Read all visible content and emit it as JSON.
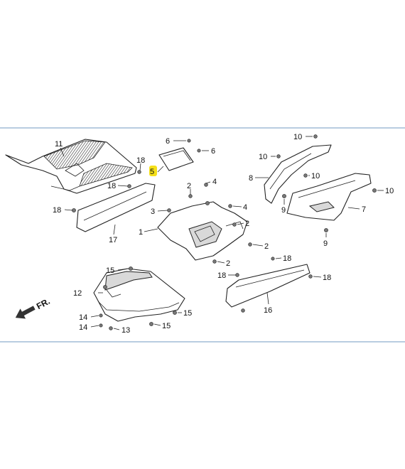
{
  "diagram": {
    "direction_label": "FR.",
    "highlight_color": "#f5e01a",
    "frame_color": "#b9cde0",
    "highlighted_callout": "5",
    "callouts": {
      "c1": "1",
      "c2a": "2",
      "c2b": "2",
      "c2c": "2",
      "c2d": "2",
      "c3": "3",
      "c4a": "4",
      "c4b": "4",
      "c5": "5",
      "c6a": "6",
      "c6b": "6",
      "c7": "7",
      "c8": "8",
      "c9a": "9",
      "c9b": "9",
      "c10a": "10",
      "c10b": "10",
      "c10c": "10",
      "c10d": "10",
      "c11": "11",
      "c12": "12",
      "c13": "13",
      "c14a": "14",
      "c14b": "14",
      "c15a": "15",
      "c15b": "15",
      "c15c": "15",
      "c16": "16",
      "c17": "17",
      "c18a": "18",
      "c18b": "18",
      "c18c": "18",
      "c18d": "18",
      "c18e": "18",
      "c18f": "18"
    }
  }
}
